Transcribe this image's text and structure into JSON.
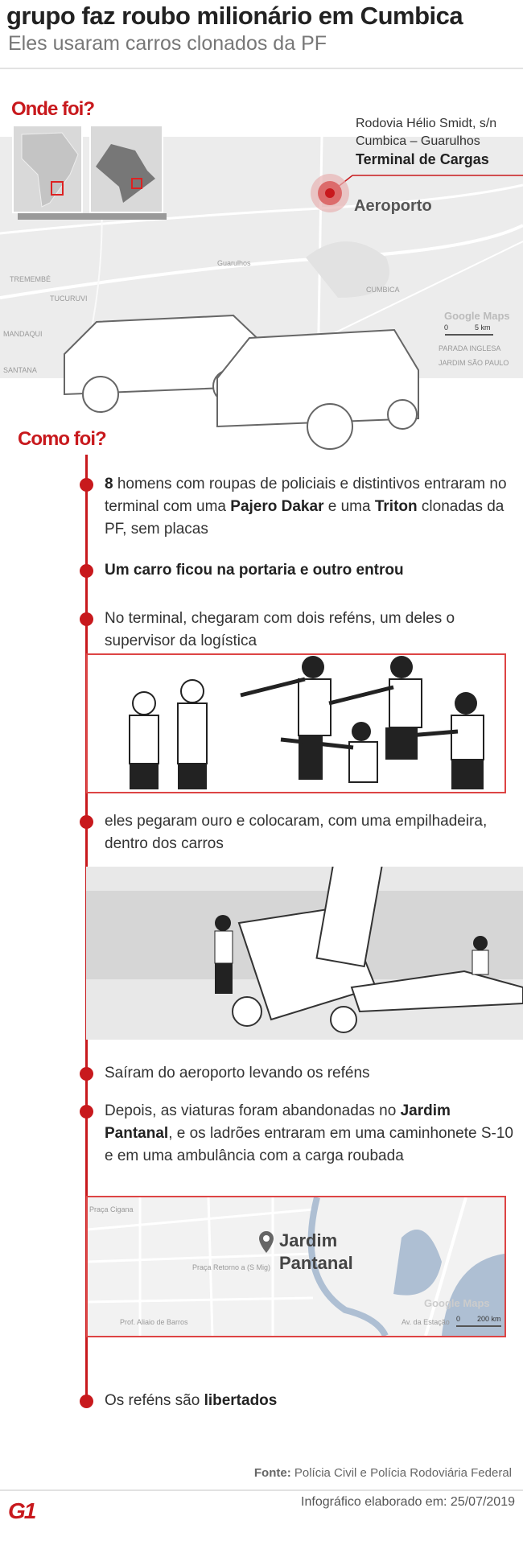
{
  "header": {
    "title": "grupo faz roubo milionário em Cumbica",
    "subtitle": "Eles usaram carros clonados da PF"
  },
  "where": {
    "heading": "Onde foi?",
    "address_line1": "Rodovia Hélio Smidt, s/n",
    "address_line2": "Cumbica – Guarulhos",
    "place": "Terminal de Cargas",
    "marker_label": "Aeroporto",
    "map_labels": [
      "Guarulhos",
      "CUMBICA",
      "TREMEMBÉ",
      "TUCURUVI",
      "MANDAQUI",
      "PARADA INGLESA",
      "JARDIM SÃO PAULO",
      "SANTANA"
    ],
    "attribution": "Google Maps",
    "scale_zero": "0",
    "scale_value": "5 km"
  },
  "how": {
    "heading": "Como foi?",
    "items": [
      {
        "pre": "",
        "b1": "8",
        "mid": " homens com roupas de policiais e distintivos entraram no terminal com uma ",
        "b2": "Pajero Dakar",
        "mid2": " e uma ",
        "b3": "Triton",
        "post": " clonadas da PF, sem placas"
      },
      {
        "bold": "Um carro ficou na portaria e outro entrou"
      },
      {
        "text": "No terminal, chegaram com dois reféns, um deles o supervisor da logística"
      },
      {
        "text": "eles pegaram ouro e colocaram, com uma empilhadeira, dentro dos carros"
      },
      {
        "text": "Saíram do aeroporto levando os reféns"
      },
      {
        "pre": "Depois, as viaturas foram abandonadas no ",
        "b1": "Jardim Pantanal",
        "post": ", e os ladrões entraram em uma caminhonete S-10 e em uma ambulância com a carga roubada"
      },
      {
        "pre": "Os reféns são ",
        "b1": "libertados"
      }
    ]
  },
  "map2": {
    "place_line1": "Jardim",
    "place_line2": "Pantanal",
    "labels": [
      "Praça Cigana",
      "Praça Retorno a (S Mig)",
      "Prof. Aliaio de Barros",
      "Av. da Estação"
    ],
    "attribution": "Google Maps",
    "scale_zero": "0",
    "scale_value": "200 km"
  },
  "footer": {
    "source_label": "Fonte:",
    "source": " Polícia Civil e Polícia Rodoviária Federal",
    "made": "Infográfico elaborado em: 25/07/2019",
    "logo": "G1"
  },
  "colors": {
    "accent": "#c8191d",
    "map": "#ececec",
    "water": "#aebfd3"
  }
}
